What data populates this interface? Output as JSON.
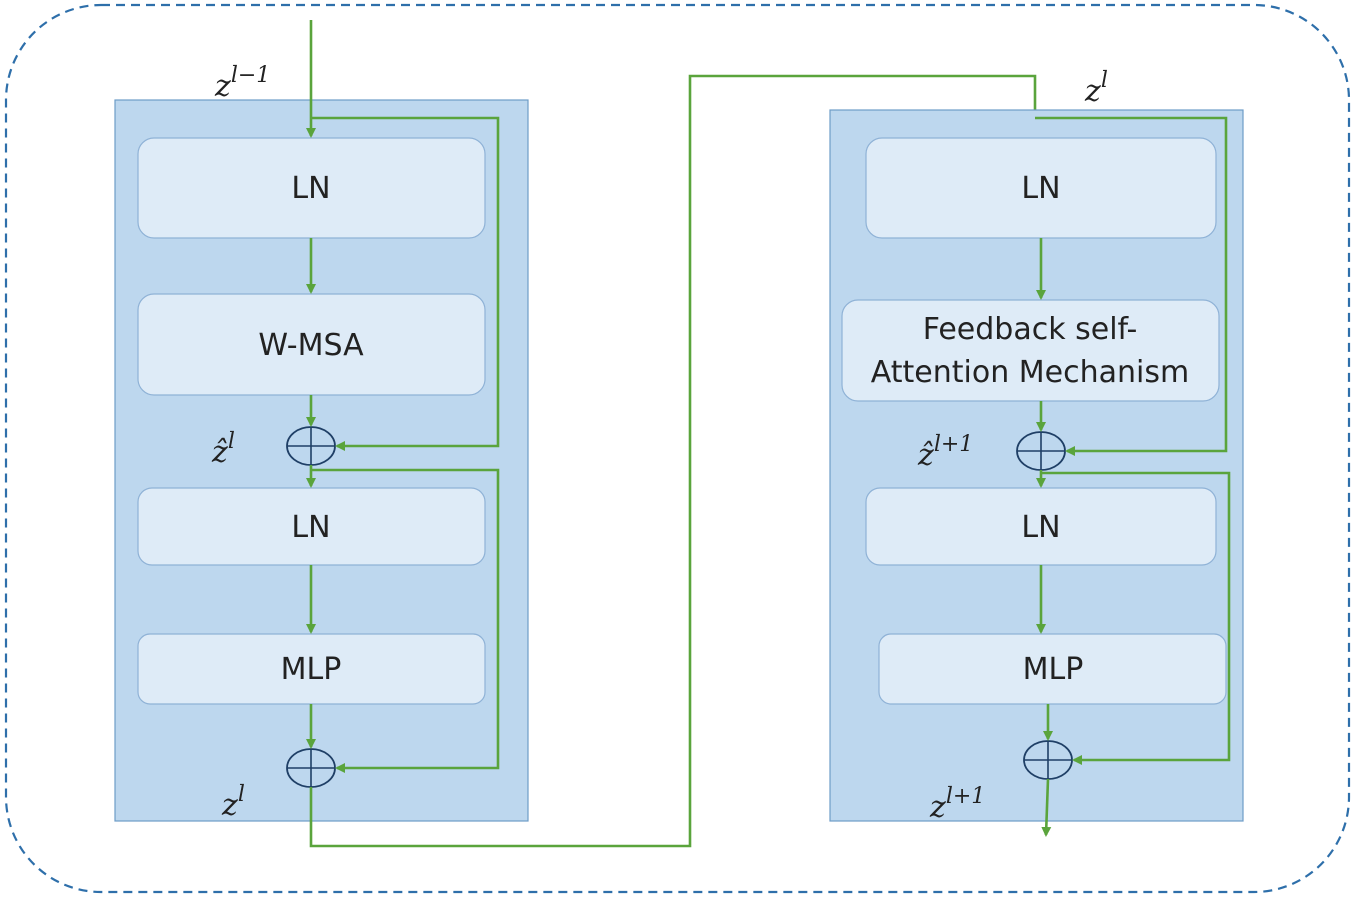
{
  "left_block": {
    "input_label": {
      "base": "z",
      "sup": "l−1"
    },
    "boxes": [
      "LN",
      "W-MSA",
      "LN",
      "MLP"
    ],
    "mid_label": {
      "base": "ẑ",
      "sup": "l"
    },
    "output_label": {
      "base": "z",
      "sup": "l"
    }
  },
  "right_block": {
    "input_label": {
      "base": "z",
      "sup": "l"
    },
    "boxes": [
      "LN",
      "Feedback self-",
      "Attention Mechanism",
      "LN",
      "MLP"
    ],
    "mid_label": {
      "base": "ẑ",
      "sup": "l+1"
    },
    "output_label": {
      "base": "z",
      "sup": "l+1"
    }
  },
  "colors": {
    "wire": "#5aa43c",
    "panel": "#bdd7ee",
    "box": "#deebf7",
    "frame": "#2e6faa"
  }
}
